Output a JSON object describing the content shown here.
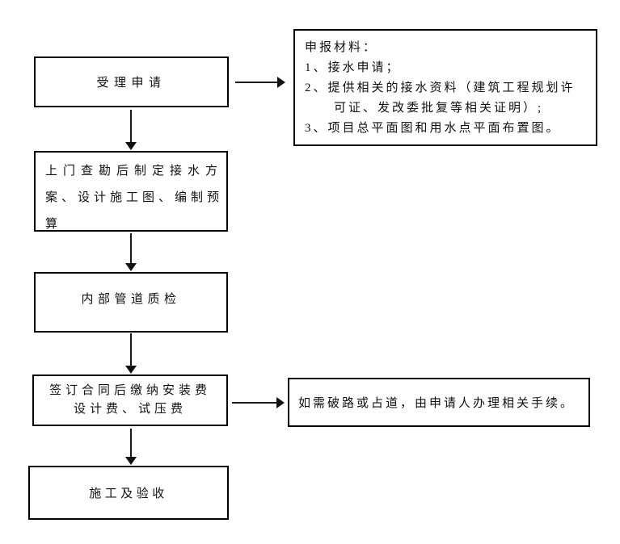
{
  "flowchart": {
    "steps": [
      {
        "label": "受理申请"
      },
      {
        "lines": [
          "上门查勘后制定接水方",
          "案、设计施工图、编制预",
          "算"
        ]
      },
      {
        "label": "内部管道质检"
      },
      {
        "lines": [
          "签订合同后缴纳安装费",
          "设计费、试压费"
        ]
      },
      {
        "label": "施工及验收"
      }
    ],
    "notes": [
      {
        "lines": [
          "申报材料：",
          "1、接水申请；",
          "2、提供相关的接水资料（建筑工程规划许",
          "可证、发改委批复等相关证明）;",
          "3、项目总平面图和用水点平面布置图。"
        ]
      },
      {
        "label": "如需破路或占道，由申请人办理相关手续。"
      }
    ],
    "colors": {
      "border": "#000000",
      "text": "#111111",
      "background": "#ffffff",
      "arrow": "#1a1a1a"
    }
  }
}
